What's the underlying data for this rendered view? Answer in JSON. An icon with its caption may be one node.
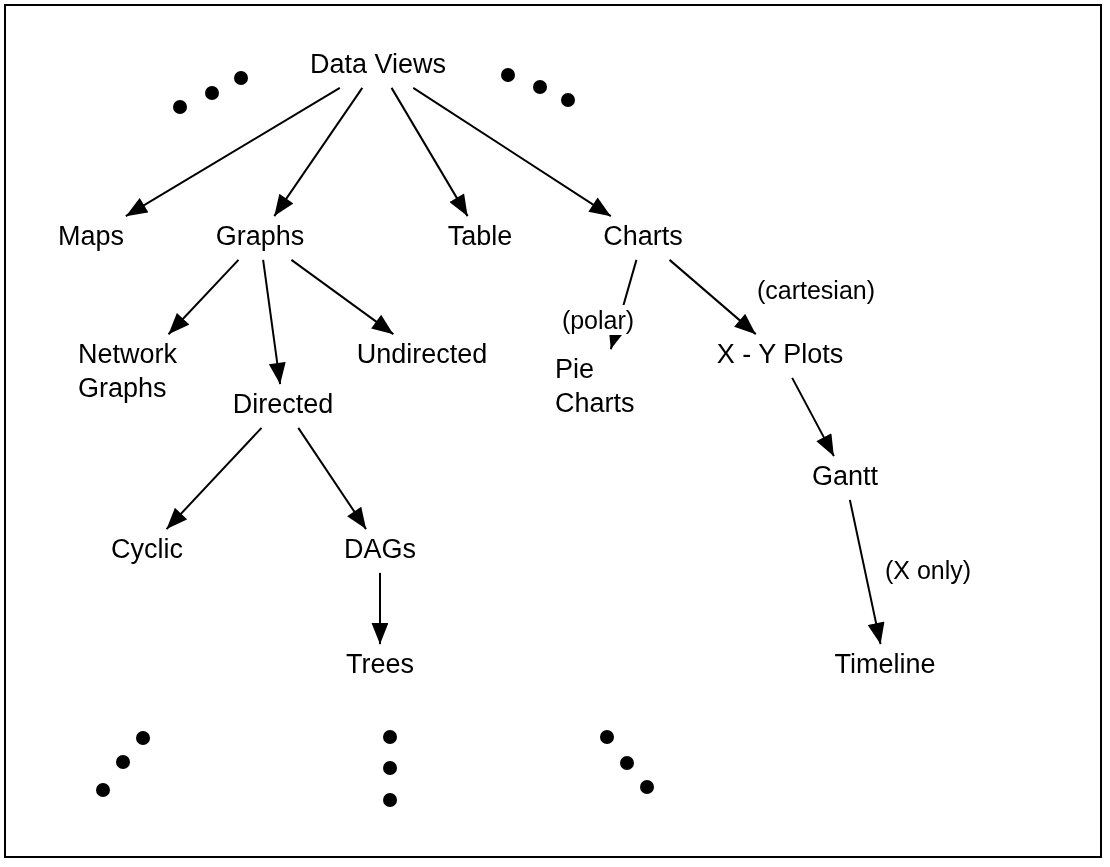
{
  "diagram": {
    "nodes": [
      {
        "text": [
          "Data Views"
        ]
      },
      {
        "text": [
          "Maps"
        ]
      },
      {
        "text": [
          "Graphs"
        ]
      },
      {
        "text": [
          "Table"
        ]
      },
      {
        "text": [
          "Charts"
        ]
      },
      {
        "text": [
          "Network Graphs"
        ]
      },
      {
        "text": [
          "Directed"
        ]
      },
      {
        "text": [
          "Undirected"
        ]
      },
      {
        "text": [
          "Pie Charts"
        ]
      },
      {
        "text": [
          "X - Y Plots"
        ]
      },
      {
        "text": [
          "Cyclic"
        ]
      },
      {
        "text": [
          "DAGs"
        ]
      },
      {
        "text": [
          "Trees"
        ]
      },
      {
        "text": [
          "Gantt"
        ]
      },
      {
        "text": [
          "Timeline"
        ]
      }
    ],
    "edges": [
      {
        "from": 0,
        "to": 1,
        "arrow": "to"
      },
      {
        "from": 0,
        "to": 2,
        "arrow": "to"
      },
      {
        "from": 0,
        "to": 3,
        "arrow": "to"
      },
      {
        "from": 0,
        "to": 4,
        "arrow": "to"
      },
      {
        "from": 2,
        "to": 5,
        "arrow": "to"
      },
      {
        "from": 2,
        "to": 6,
        "arrow": "to"
      },
      {
        "from": 2,
        "to": 7,
        "arrow": "to"
      },
      {
        "from": 4,
        "to": 8,
        "arrow": "to",
        "label": "(polar)"
      },
      {
        "from": 4,
        "to": 9,
        "arrow": "to",
        "label": "(cartesian)"
      },
      {
        "from": 6,
        "to": 10,
        "arrow": "to"
      },
      {
        "from": 6,
        "to": 11,
        "arrow": "to"
      },
      {
        "from": 11,
        "to": 12,
        "arrow": "to"
      },
      {
        "from": 9,
        "to": 13,
        "arrow": "to"
      },
      {
        "from": 13,
        "to": 14,
        "arrow": "to",
        "label": "(X only)"
      }
    ]
  }
}
